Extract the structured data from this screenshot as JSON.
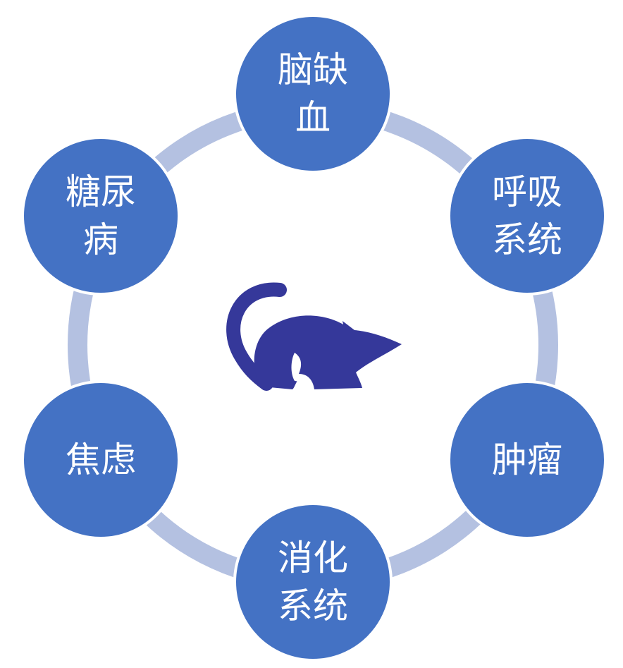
{
  "colors": {
    "node_fill": "#4472c4",
    "node_stroke": "#ffffff",
    "ring": "#b4c1e1",
    "mouse": "#35389a"
  },
  "center": {
    "icon": "mouse-icon"
  },
  "nodes": [
    {
      "id": "brain-ischemia",
      "lines": [
        "脑缺",
        "血"
      ]
    },
    {
      "id": "respiratory-system",
      "lines": [
        "呼吸",
        "系统"
      ]
    },
    {
      "id": "tumor",
      "lines": [
        "肿瘤"
      ]
    },
    {
      "id": "digestive-system",
      "lines": [
        "消化",
        "系统"
      ]
    },
    {
      "id": "anxiety",
      "lines": [
        "焦虑"
      ]
    },
    {
      "id": "diabetes",
      "lines": [
        "糖尿",
        "病"
      ]
    }
  ]
}
